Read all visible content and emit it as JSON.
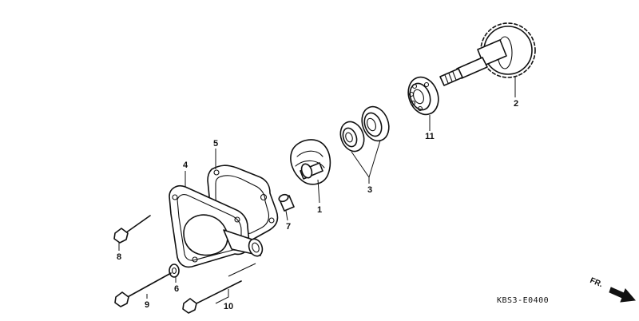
{
  "diagram": {
    "callouts": [
      "1",
      "2",
      "3",
      "4",
      "5",
      "6",
      "7",
      "8",
      "9",
      "10",
      "11"
    ],
    "code": "KBS3-E0400",
    "direction": "FR."
  }
}
